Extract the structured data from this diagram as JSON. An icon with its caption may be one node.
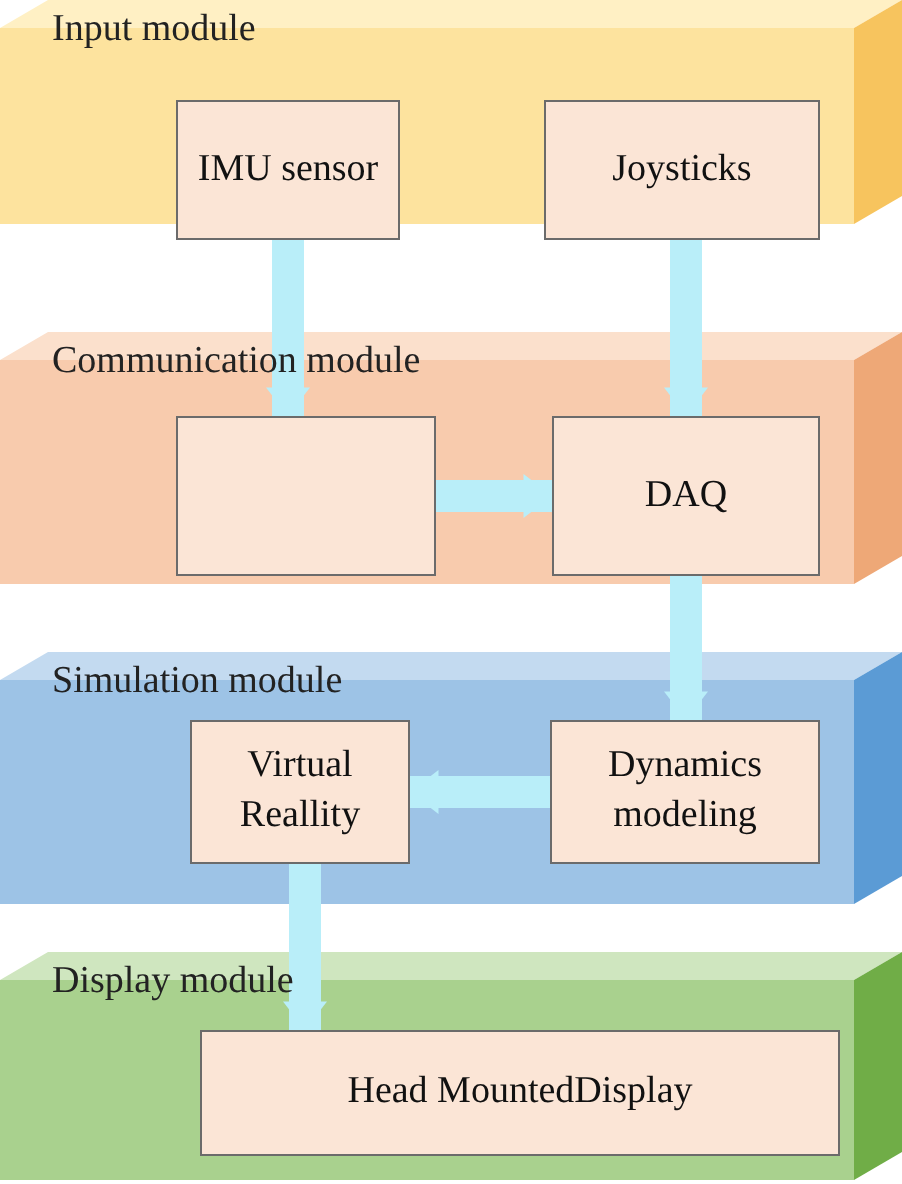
{
  "diagram": {
    "nodes": [
      {
        "text": [
          "Input module"
        ]
      },
      {
        "text": [
          "IMU sensor"
        ],
        "in": 0
      },
      {
        "text": [
          "Joysticks"
        ],
        "in": 0
      },
      {
        "text": [
          "Communication module"
        ]
      },
      {
        "text": [],
        "shape": "box",
        "in": 3
      },
      {
        "text": [
          "DAQ"
        ],
        "in": 3
      },
      {
        "text": [
          "Simulation module"
        ]
      },
      {
        "text": [
          "Virtual Reallity"
        ],
        "in": 6
      },
      {
        "text": [
          "Dynamics modeling"
        ],
        "in": 6
      },
      {
        "text": [
          "Display module"
        ]
      },
      {
        "text": [
          "Head MountedDisplay"
        ],
        "in": 9
      }
    ],
    "edges": [
      {
        "from": 1,
        "to": 4,
        "arrow": "to"
      },
      {
        "from": 2,
        "to": 5,
        "arrow": "to"
      },
      {
        "from": 4,
        "to": 5,
        "arrow": "to"
      },
      {
        "from": 5,
        "to": 8,
        "arrow": "to"
      },
      {
        "from": 8,
        "to": 7,
        "arrow": "to"
      },
      {
        "from": 7,
        "to": 10,
        "arrow": "to"
      }
    ]
  }
}
